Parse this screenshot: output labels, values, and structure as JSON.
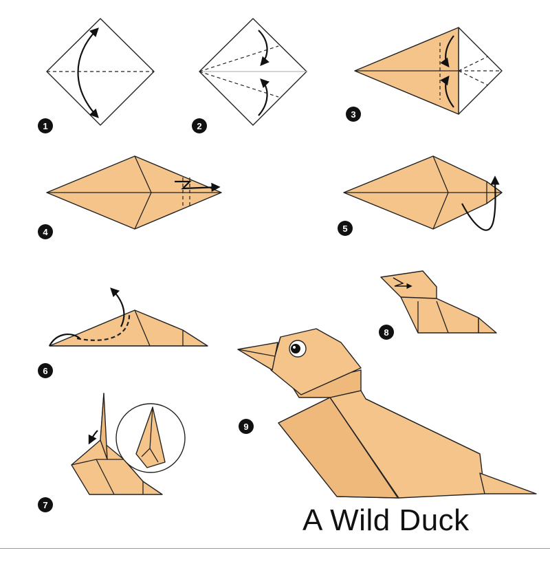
{
  "title": "A Wild Duck",
  "colors": {
    "paper": "#f4c48a",
    "outline": "#222222",
    "badge": "#111111"
  },
  "steps": [
    {
      "label": "1"
    },
    {
      "label": "2"
    },
    {
      "label": "3"
    },
    {
      "label": "4"
    },
    {
      "label": "5"
    },
    {
      "label": "6"
    },
    {
      "label": "7"
    },
    {
      "label": "8"
    },
    {
      "label": "9"
    }
  ]
}
